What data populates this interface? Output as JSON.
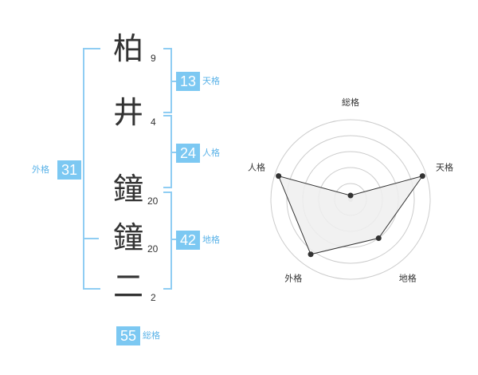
{
  "name_chars": [
    {
      "char": "柏",
      "strokes": "9"
    },
    {
      "char": "井",
      "strokes": "4"
    },
    {
      "char": "鐘",
      "strokes": "20"
    },
    {
      "char": "鐘",
      "strokes": "20"
    },
    {
      "char": "二",
      "strokes": "2"
    }
  ],
  "fortunes": {
    "tenkaku": {
      "value": "13",
      "label": "天格"
    },
    "jinkaku": {
      "value": "24",
      "label": "人格"
    },
    "chikaku": {
      "value": "42",
      "label": "地格"
    },
    "gaikaku": {
      "value": "31",
      "label": "外格"
    },
    "soukaku": {
      "value": "55",
      "label": "総格"
    }
  },
  "radar": {
    "axes": [
      "総格",
      "天格",
      "地格",
      "外格",
      "人格"
    ],
    "values": [
      0.05,
      0.95,
      0.6,
      0.85,
      0.95
    ],
    "fill_color": "#eeeeee",
    "line_color": "#333333",
    "grid_color": "#cccccc"
  },
  "colors": {
    "accent": "#7cc8f2",
    "accent_text": "#5bb3e8"
  }
}
